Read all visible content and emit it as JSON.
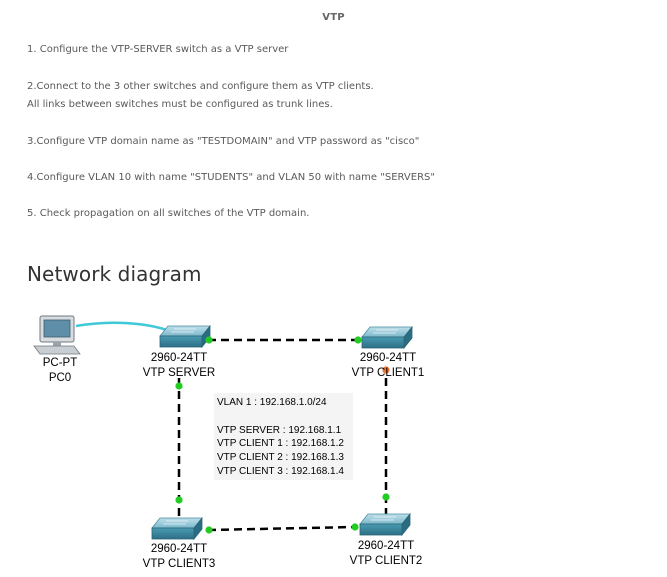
{
  "page_title": "VTP",
  "instructions": {
    "step1": "1. Configure the VTP-SERVER switch as a VTP server",
    "step2_line1": "2.Connect to the 3 other switches and configure them as VTP clients.",
    "step2_line2": "All links between switches must be configured as trunk lines.",
    "step3": "3.Configure VTP domain name as \"TESTDOMAIN\" and VTP password as \"cisco\"",
    "step4": "4.Configure VLAN 10 with name \"STUDENTS\" and VLAN 50 with name \"SERVERS\"",
    "step5": "5. Check propagation on all switches of the VTP domain."
  },
  "diagram": {
    "heading": "Network diagram",
    "pc": {
      "model": "PC-PT",
      "name": "PC0"
    },
    "switches": {
      "server": {
        "model": "2960-24TT",
        "name": "VTP SERVER"
      },
      "client1": {
        "model": "2960-24TT",
        "name": "VTP CLIENT1"
      },
      "client2": {
        "model": "2960-24TT",
        "name": "VTP CLIENT2"
      },
      "client3": {
        "model": "2960-24TT",
        "name": "VTP CLIENT3"
      }
    },
    "note": {
      "vlan": "VLAN 1 : 192.168.1.0/24",
      "server_ip": "VTP SERVER : 192.168.1.1",
      "client1_ip": "VTP CLIENT 1 : 192.168.1.2",
      "client2_ip": "VTP CLIENT 2 : 192.168.1.3",
      "client3_ip": "VTP CLIENT 3 : 192.168.1.4"
    },
    "colors": {
      "link_up": "#22cc22",
      "link_pending": "#ee7733",
      "trunk_line": "#000000",
      "pc_link": "#3fc8d8",
      "switch_body": "#3d8fa6",
      "note_bg": "#f4f4f4"
    }
  }
}
